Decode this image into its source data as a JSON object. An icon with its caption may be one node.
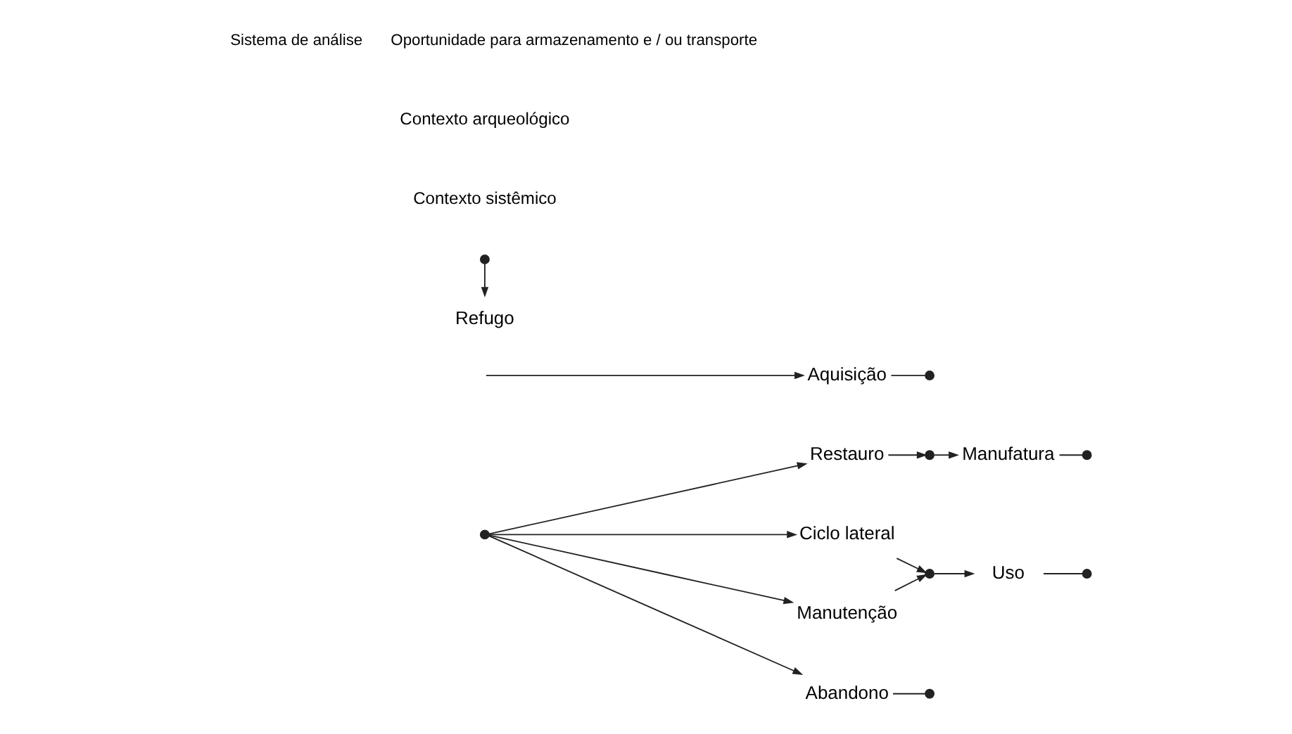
{
  "diagram": {
    "nodes": [
      {
        "text": [
          "Restauro"
        ]
      },
      {
        "text": [
          "Ciclo lateral"
        ]
      },
      {
        "text": [
          "Aquisição"
        ]
      },
      {
        "text": [],
        "shape": "circle"
      },
      {
        "text": [],
        "shape": "circle"
      },
      {
        "text": [
          "Manufatura"
        ]
      },
      {
        "text": [],
        "shape": "circle"
      },
      {
        "text": [],
        "shape": "circle"
      },
      {
        "text": [
          "Uso"
        ]
      },
      {
        "text": [],
        "shape": "circle"
      },
      {
        "text": [],
        "shape": "circle"
      },
      {
        "text": [
          "Abandono"
        ]
      },
      {
        "text": [],
        "shape": "circle"
      },
      {
        "text": [],
        "shape": "circle"
      },
      {
        "text": [
          "Refugo"
        ]
      },
      {
        "text": [
          "Manutenção"
        ]
      }
    ],
    "edges": [
      {
        "from": null,
        "to": 2,
        "arrow": "to"
      },
      {
        "from": 2,
        "to": 3,
        "arrow": "none"
      },
      {
        "from": 4,
        "to": 5,
        "arrow": "to"
      },
      {
        "from": 5,
        "to": 6,
        "arrow": "none"
      },
      {
        "from": 7,
        "to": 8,
        "arrow": "to"
      },
      {
        "from": 8,
        "to": 9,
        "arrow": "none"
      },
      {
        "from": 10,
        "to": 11,
        "arrow": "to"
      },
      {
        "from": 11,
        "to": 12,
        "arrow": "none"
      },
      {
        "from": 13,
        "to": 14,
        "arrow": "to"
      },
      {
        "from": 10,
        "to": 0,
        "arrow": "to"
      },
      {
        "from": 0,
        "to": 4,
        "arrow": "to"
      },
      {
        "from": 10,
        "to": 1,
        "arrow": "to"
      },
      {
        "from": 1,
        "to": 7,
        "arrow": "to"
      },
      {
        "from": 10,
        "to": 15,
        "arrow": "to"
      },
      {
        "from": 15,
        "to": 7,
        "arrow": "to"
      }
    ],
    "labels": [
      "Contexto sistêmico",
      "Contexto arqueológico"
    ],
    "legend": [
      {
        "text": "Sistema de análise"
      },
      {
        "text": "Oportunidade para armazenamento e / ou transporte"
      }
    ]
  }
}
